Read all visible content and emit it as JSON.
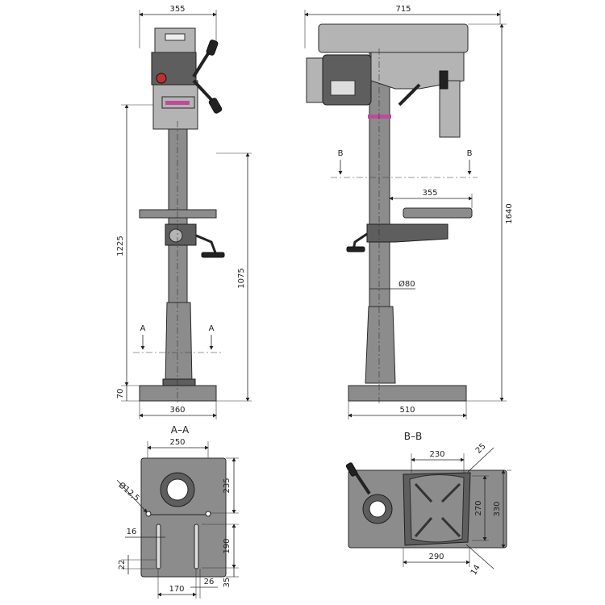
{
  "front_view": {
    "dims": {
      "top_width": "355",
      "height_to_head": "1225",
      "height_to_table": "1075",
      "base_height": "70",
      "base_width": "360"
    },
    "section_marks": [
      "A",
      "A"
    ]
  },
  "side_view": {
    "dims": {
      "overall_width": "715",
      "overall_height": "1640",
      "table_reach": "355",
      "column_diameter": "Ø80",
      "base_width": "510"
    },
    "section_marks": [
      "B",
      "B"
    ]
  },
  "section_a": {
    "title": "A–A",
    "dims": {
      "width": "250",
      "hole_diameter": "Ø12,5",
      "to_slot": "235",
      "slot_width": "16",
      "slot_length": "190",
      "slot_end": "22",
      "slot_spacing": "170",
      "slot_offset": "26",
      "edge": "35"
    }
  },
  "section_b": {
    "title": "B–B",
    "dims": {
      "top_width": "230",
      "corner": "25",
      "inner_height": "270",
      "outer_height": "330",
      "bottom_width": "290",
      "corner_bottom": "14"
    }
  },
  "colors": {
    "metal": "#8c8c8c",
    "ring": "#c04a9a",
    "switch": "#c03030"
  }
}
